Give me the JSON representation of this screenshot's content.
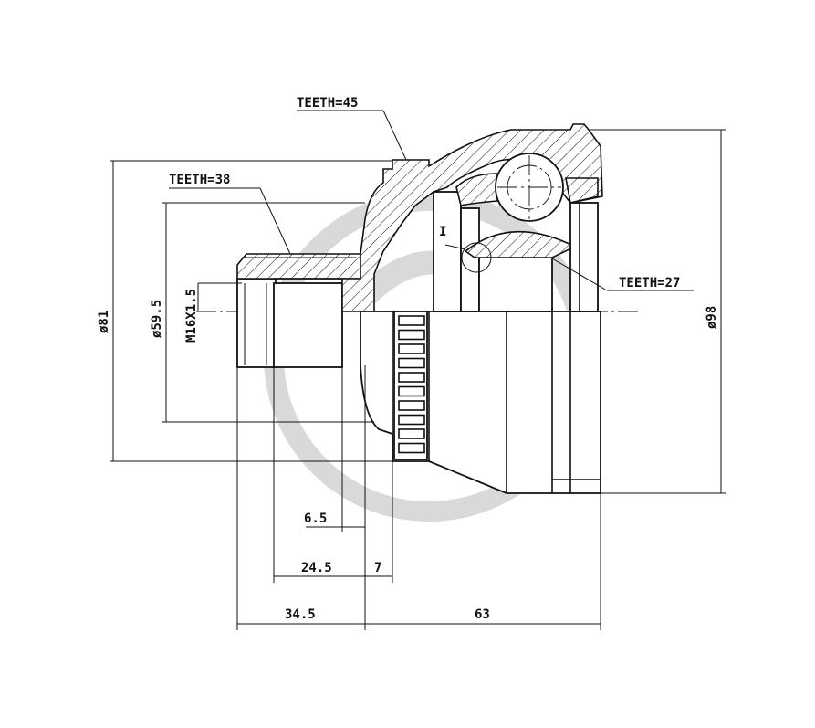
{
  "labels": {
    "teeth_45": "TEETH=45",
    "teeth_38": "TEETH=38",
    "teeth_27": "TEETH=27",
    "detail_marker": "I",
    "dia_81": "ø81",
    "dia_59_5": "ø59.5",
    "thread": "M16X1.5",
    "dia_98": "ø98",
    "dim_6_5": "6.5",
    "dim_24_5": "24.5",
    "dim_7": "7",
    "dim_34_5": "34.5",
    "dim_63": "63"
  },
  "colors": {
    "line": "#111111",
    "watermark": "#d9d9d9",
    "background": "#ffffff"
  }
}
